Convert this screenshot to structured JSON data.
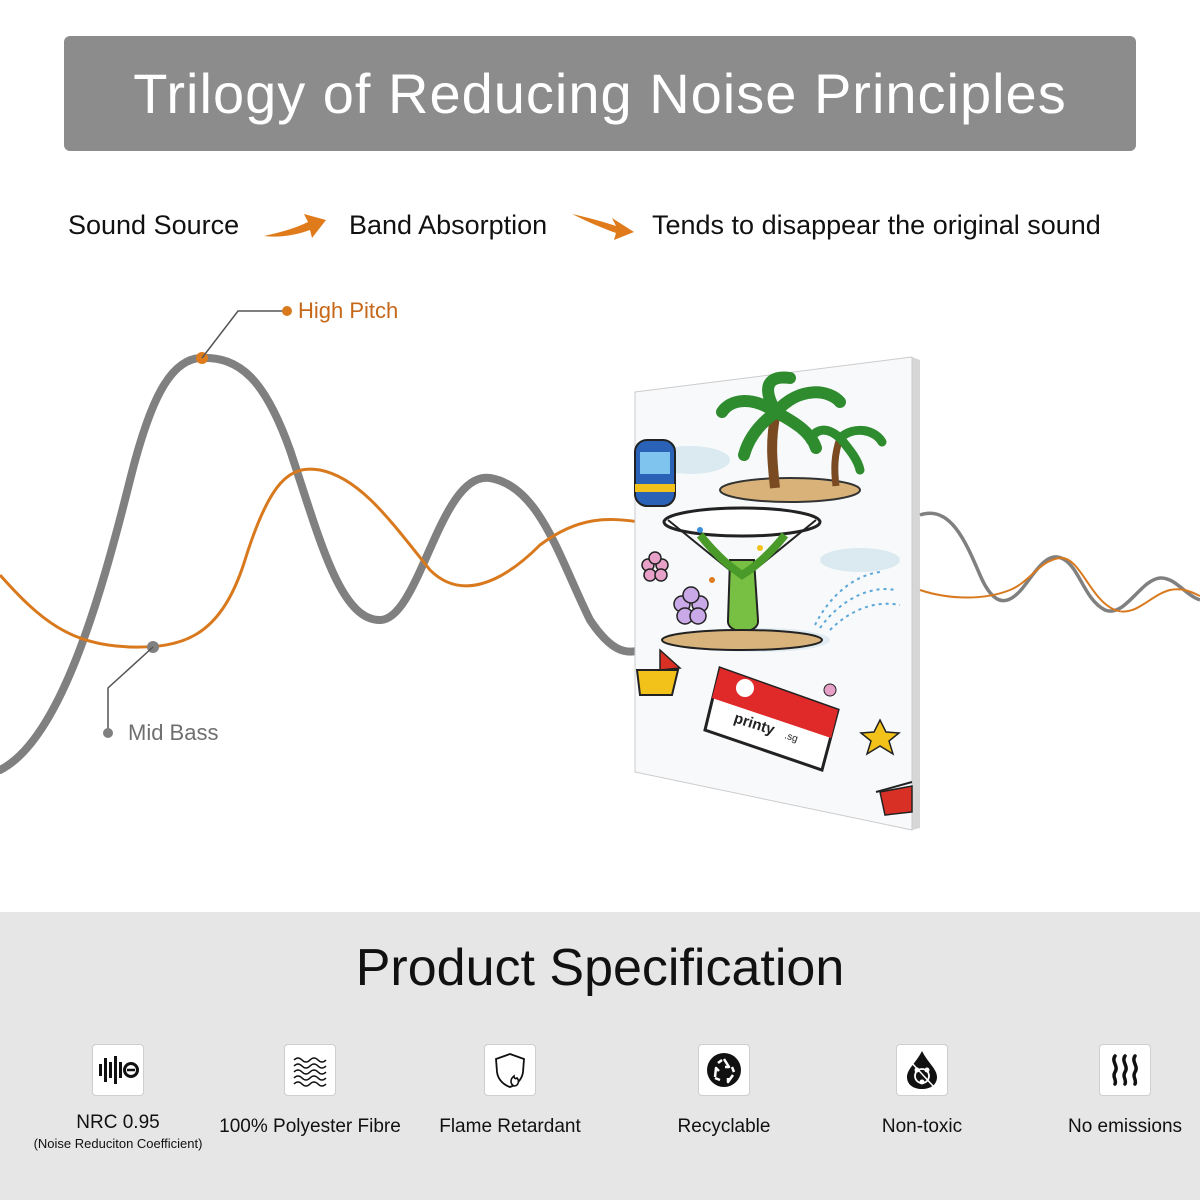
{
  "title": "Trilogy of Reducing Noise Principles",
  "flow": {
    "step1": "Sound Source",
    "step2": "Band Absorption",
    "step3": "Tends to disappear the original sound"
  },
  "callouts": {
    "high_pitch": "High Pitch",
    "mid_bass": "Mid Bass"
  },
  "panel": {
    "flag_text": "printy",
    "flag_suffix": ".sg"
  },
  "spec": {
    "title": "Product Specification",
    "items": [
      {
        "label": "NRC 0.95",
        "sublabel": "(Noise Reduciton Coefficient)",
        "icon": "sound-wave-icon"
      },
      {
        "label": "100% Polyester Fibre",
        "icon": "fibre-waves-icon"
      },
      {
        "label": "Flame Retardant",
        "icon": "shield-flame-icon"
      },
      {
        "label": "Recyclable",
        "icon": "recycle-icon"
      },
      {
        "label": "Non-toxic",
        "icon": "drop-icon"
      },
      {
        "label": "No emissions",
        "icon": "heat-waves-icon"
      }
    ]
  },
  "colors": {
    "banner": "#8c8c8c",
    "orange": "#d9791e",
    "gray_wave": "#808080",
    "spec_bg": "#e6e6e6"
  }
}
